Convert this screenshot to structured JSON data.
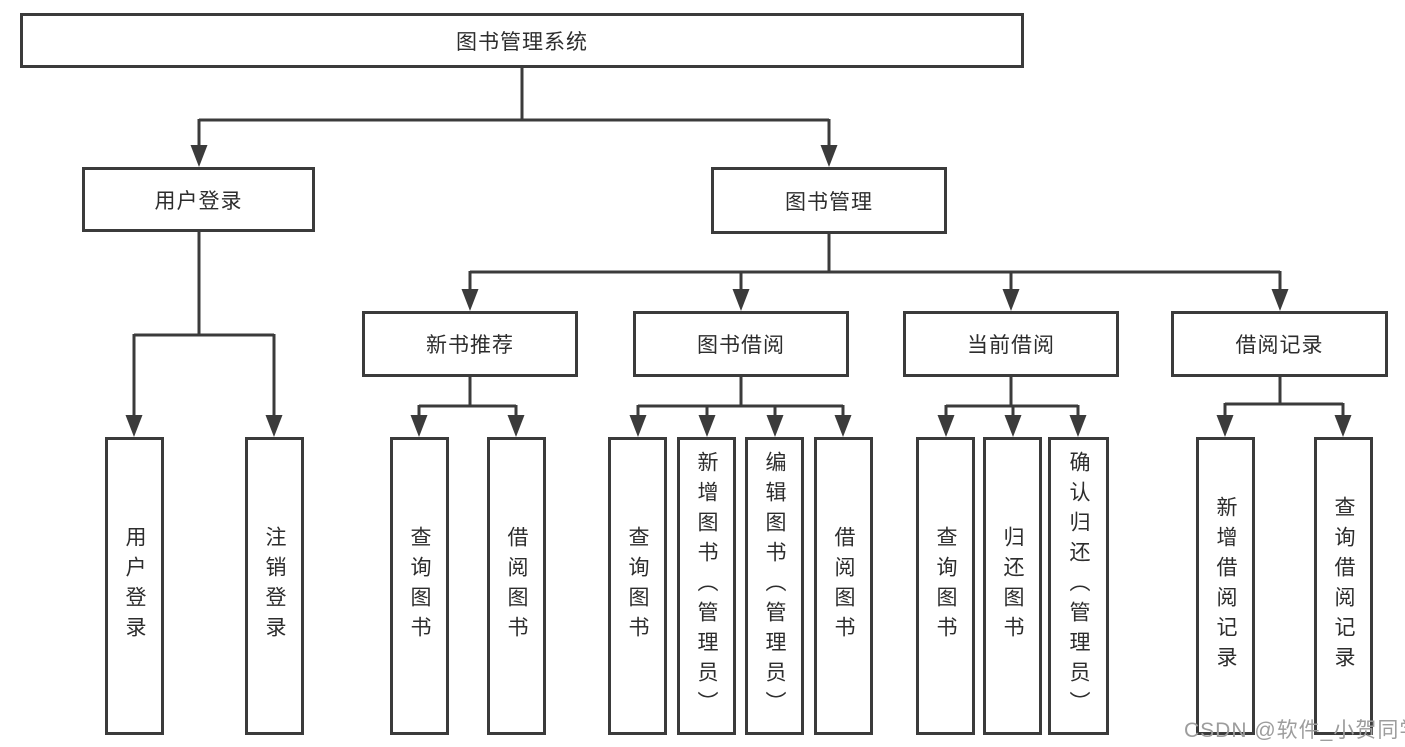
{
  "title": {
    "label": "图书管理系统"
  },
  "level2": {
    "user_login": {
      "label": "用户登录"
    },
    "book_mgmt": {
      "label": "图书管理"
    }
  },
  "level3": {
    "new_books": {
      "label": "新书推荐"
    },
    "book_borrow": {
      "label": "图书借阅"
    },
    "current_borrow": {
      "label": "当前借阅"
    },
    "borrow_records": {
      "label": "借阅记录"
    }
  },
  "leaves": {
    "user_login": {
      "label": "用户登录"
    },
    "logout": {
      "label": "注销登录"
    },
    "nb_query_books": {
      "label": "查询图书"
    },
    "nb_borrow_books": {
      "label": "借阅图书"
    },
    "bb_query_books": {
      "label": "查询图书"
    },
    "bb_add_books": {
      "label": "新增图书（管理员）"
    },
    "bb_edit_books": {
      "label": "编辑图书（管理员）"
    },
    "bb_borrow_books": {
      "label": "借阅图书"
    },
    "cb_query_books": {
      "label": "查询图书"
    },
    "cb_return_books": {
      "label": "归还图书"
    },
    "cb_confirm_return": {
      "label": "确认归还（管理员）"
    },
    "rec_add_record": {
      "label": "新增借阅记录"
    },
    "rec_query_record": {
      "label": "查询借阅记录"
    }
  },
  "watermark": {
    "label": "CSDN @软件_小贺同学"
  },
  "colors": {
    "border": "#3b3b3b",
    "line": "#3b3b3b",
    "text": "#2d2d2d",
    "watermark": "#9d9d9d",
    "background": "#ffffff"
  }
}
